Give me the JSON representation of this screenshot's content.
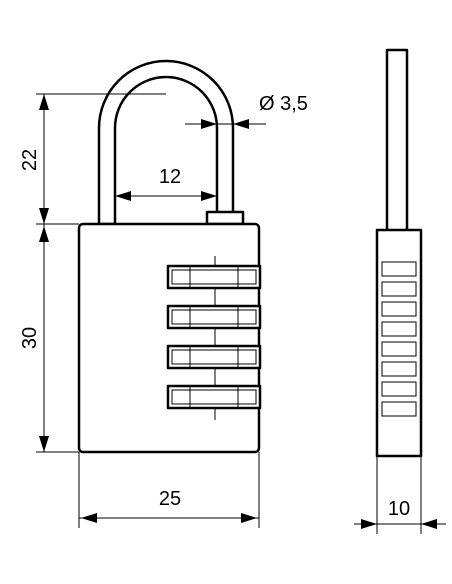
{
  "dimensions": {
    "shackle_height": "22",
    "body_height": "30",
    "shackle_inner_width": "12",
    "shackle_diameter": "Ø 3,5",
    "body_width": "25",
    "body_thickness": "10"
  }
}
